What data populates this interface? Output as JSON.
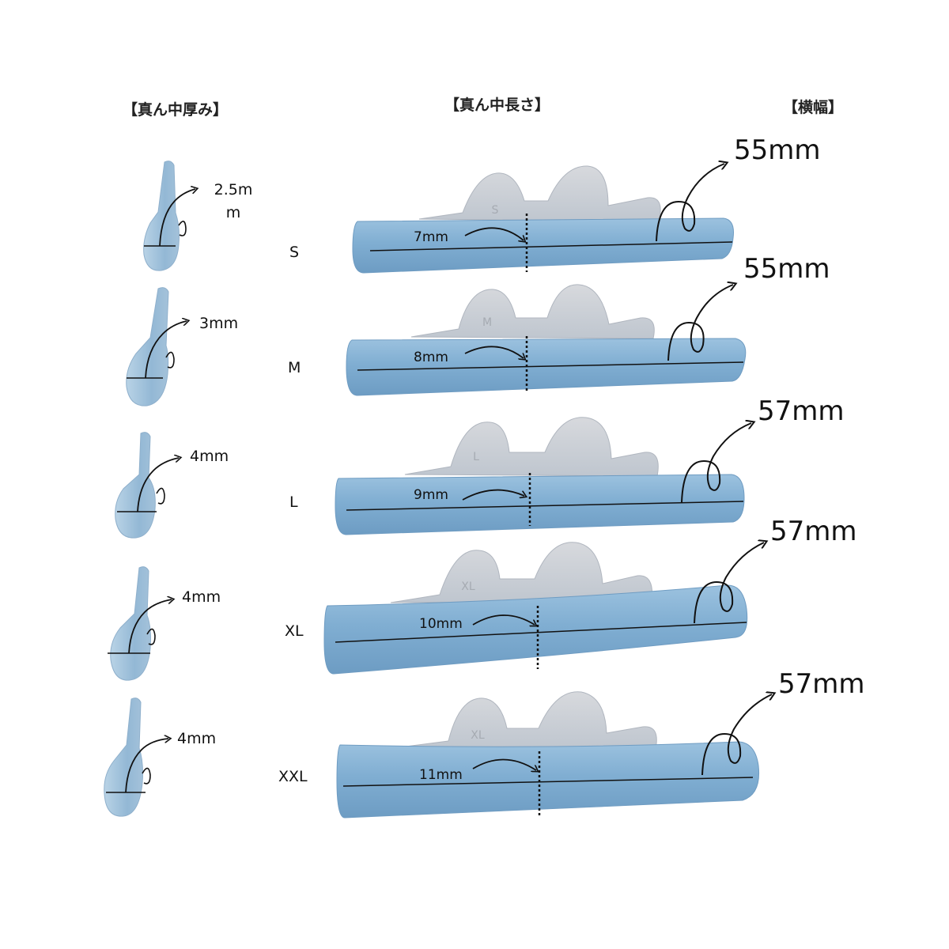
{
  "headers": {
    "thickness": "【真ん中厚み】",
    "length": "【真ん中長さ】",
    "width": "【横幅】"
  },
  "rows": [
    {
      "size": "S",
      "thickness_line1": "2.5m",
      "thickness_line2": "m",
      "center_length": "7mm",
      "width": "55mm",
      "embossed": "S"
    },
    {
      "size": "M",
      "thickness_line1": "3mm",
      "thickness_line2": "",
      "center_length": "8mm",
      "width": "55mm",
      "embossed": "M"
    },
    {
      "size": "L",
      "thickness_line1": "4mm",
      "thickness_line2": "",
      "center_length": "9mm",
      "width": "57mm",
      "embossed": "L"
    },
    {
      "size": "XL",
      "thickness_line1": "4mm",
      "thickness_line2": "",
      "center_length": "10mm",
      "width": "57mm",
      "embossed": "XL"
    },
    {
      "size": "XXL",
      "thickness_line1": "4mm",
      "thickness_line2": "",
      "center_length": "11mm",
      "width": "57mm",
      "embossed": "XL"
    }
  ],
  "colors": {
    "rod": "#8fb7d6",
    "rod_dark": "#6f9dc4",
    "petal": "#c9ccd2",
    "side_piece": "#a9c6dc"
  }
}
